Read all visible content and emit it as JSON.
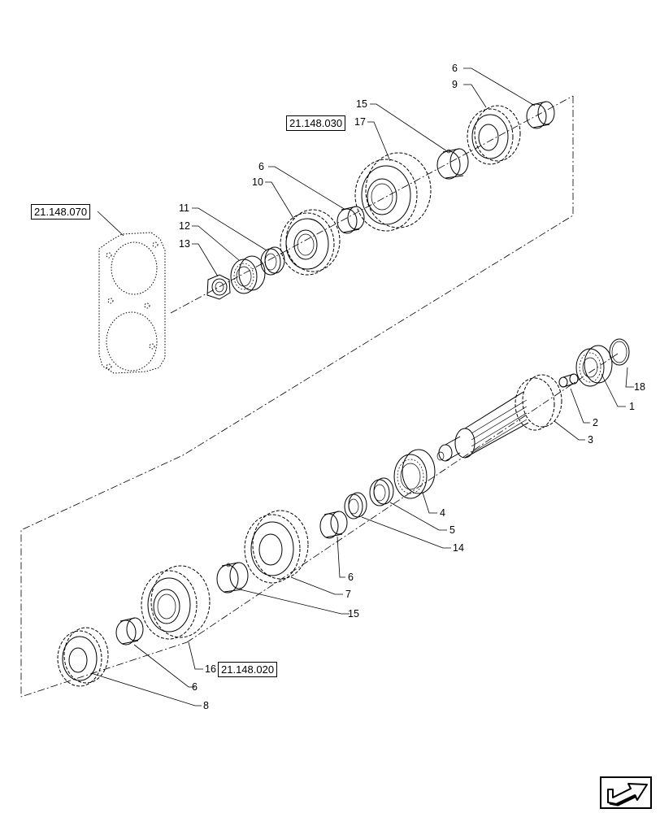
{
  "references": [
    {
      "id": "ref-21148070",
      "label": "21.148.070"
    },
    {
      "id": "ref-21148030",
      "label": "21.148.030"
    },
    {
      "id": "ref-21148020",
      "label": "21.148.020"
    }
  ],
  "callouts": [
    "1",
    "2",
    "3",
    "4",
    "5",
    "6",
    "7",
    "8",
    "9",
    "10",
    "11",
    "12",
    "13",
    "14",
    "15",
    "16",
    "17",
    "18"
  ],
  "nav": {
    "icon": "next-page-arrow-icon"
  }
}
